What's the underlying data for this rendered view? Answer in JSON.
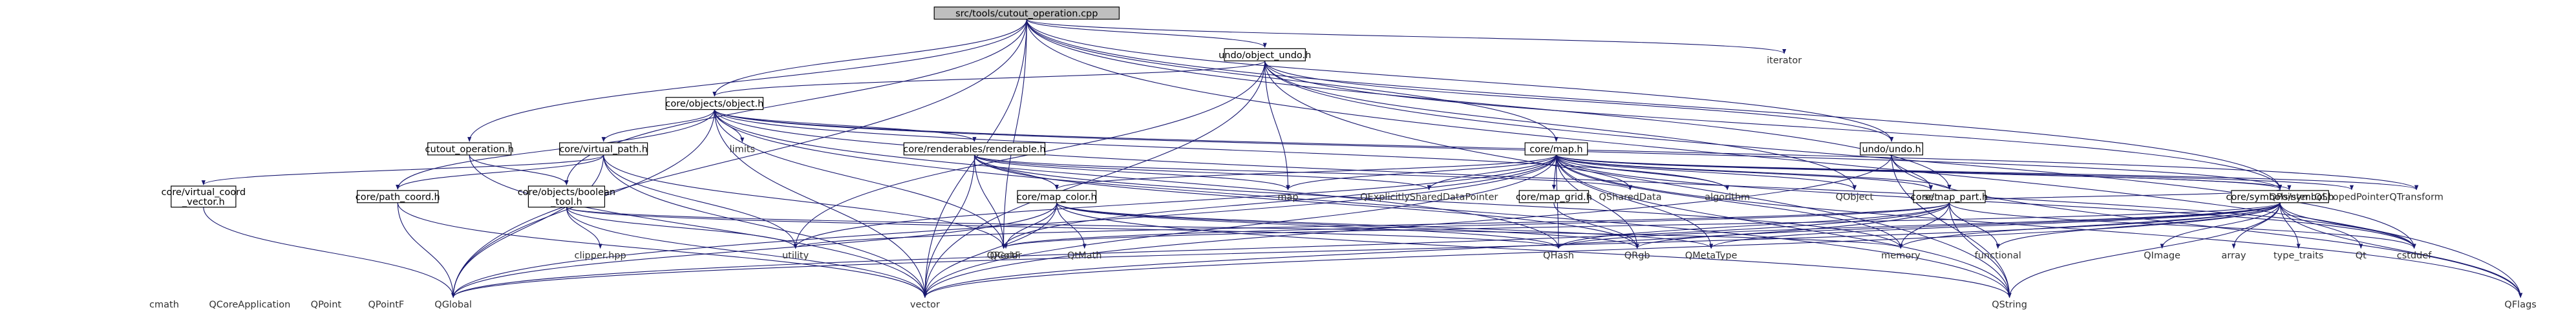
{
  "diagram": {
    "title": "src/tools/cutout_operation.cpp",
    "edge_color": "#191970",
    "root_fill": "#bfbfbf",
    "nodes": [
      {
        "id": "root",
        "label": "src/tools/cutout_operation.cpp",
        "kind": "root"
      },
      {
        "id": "iterator",
        "label": "iterator",
        "kind": "leaf"
      },
      {
        "id": "undo_object_undo",
        "label": "undo/object_undo.h",
        "kind": "internal"
      },
      {
        "id": "core_objects_object",
        "label": "core/objects/object.h",
        "kind": "internal"
      },
      {
        "id": "cutout_operation_h",
        "label": "cutout_operation.h",
        "kind": "internal"
      },
      {
        "id": "core_virtual_path",
        "label": "core/virtual_path.h",
        "kind": "internal"
      },
      {
        "id": "core_renderables",
        "label": "core/renderables/renderable.h",
        "kind": "internal"
      },
      {
        "id": "core_map_h",
        "label": "core/map.h",
        "kind": "internal"
      },
      {
        "id": "undo_undo",
        "label": "undo/undo.h",
        "kind": "internal"
      },
      {
        "id": "core_virtual_coord_vector",
        "label": "core/virtual_coord\n_vector.h",
        "kind": "internal"
      },
      {
        "id": "core_path_coord",
        "label": "core/path_coord.h",
        "kind": "internal"
      },
      {
        "id": "core_objects_boolean_tool",
        "label": "core/objects/boolean\n_tool.h",
        "kind": "internal"
      },
      {
        "id": "core_map_color",
        "label": "core/map_color.h",
        "kind": "internal"
      },
      {
        "id": "core_map_grid",
        "label": "core/map_grid.h",
        "kind": "internal"
      },
      {
        "id": "core_map_part",
        "label": "core/map_part.h",
        "kind": "internal"
      },
      {
        "id": "core_symbols_symbol",
        "label": "core/symbols/symbol.h",
        "kind": "internal"
      },
      {
        "id": "core_map_coord",
        "label": "core/map_coord.h",
        "kind": "internal"
      },
      {
        "id": "limits",
        "label": "limits",
        "kind": "leaf"
      },
      {
        "id": "map",
        "label": "map",
        "kind": "leaf"
      },
      {
        "id": "QExplicitSharedDataPointer",
        "label": "QExplicitlySharedDataPointer",
        "kind": "leaf"
      },
      {
        "id": "QSharedData",
        "label": "QSharedData",
        "kind": "leaf"
      },
      {
        "id": "algorithm",
        "label": "algorithm",
        "kind": "leaf"
      },
      {
        "id": "QObject",
        "label": "QObject",
        "kind": "leaf"
      },
      {
        "id": "QPointer",
        "label": "QPointer",
        "kind": "leaf"
      },
      {
        "id": "QScopedPointer",
        "label": "QScopedPointer",
        "kind": "leaf"
      },
      {
        "id": "QTransform",
        "label": "QTransform",
        "kind": "leaf"
      },
      {
        "id": "set",
        "label": "set",
        "kind": "leaf"
      },
      {
        "id": "clipper",
        "label": "clipper.hpp",
        "kind": "leaf"
      },
      {
        "id": "utility",
        "label": "utility",
        "kind": "leaf"
      },
      {
        "id": "QRectF",
        "label": "QRectF",
        "kind": "leaf"
      },
      {
        "id": "QColor",
        "label": "QColor",
        "kind": "leaf"
      },
      {
        "id": "QtMath",
        "label": "QtMath",
        "kind": "leaf"
      },
      {
        "id": "QHash",
        "label": "QHash",
        "kind": "leaf"
      },
      {
        "id": "QRgb",
        "label": "QRgb",
        "kind": "leaf"
      },
      {
        "id": "QMetaType",
        "label": "QMetaType",
        "kind": "leaf"
      },
      {
        "id": "memory",
        "label": "memory",
        "kind": "leaf"
      },
      {
        "id": "functional",
        "label": "functional",
        "kind": "leaf"
      },
      {
        "id": "QImage",
        "label": "QImage",
        "kind": "leaf"
      },
      {
        "id": "array",
        "label": "array",
        "kind": "leaf"
      },
      {
        "id": "type_traits",
        "label": "type_traits",
        "kind": "leaf"
      },
      {
        "id": "Qt",
        "label": "Qt",
        "kind": "leaf"
      },
      {
        "id": "cstddef",
        "label": "cstddef",
        "kind": "leaf"
      },
      {
        "id": "cmath",
        "label": "cmath",
        "kind": "leaf"
      },
      {
        "id": "QCoreApplication",
        "label": "QCoreApplication",
        "kind": "leaf"
      },
      {
        "id": "QPoint",
        "label": "QPoint",
        "kind": "leaf"
      },
      {
        "id": "QPointF",
        "label": "QPointF",
        "kind": "leaf"
      },
      {
        "id": "QGlobal",
        "label": "QGlobal",
        "kind": "leaf"
      },
      {
        "id": "vector",
        "label": "vector",
        "kind": "leaf"
      },
      {
        "id": "QString",
        "label": "QString",
        "kind": "leaf"
      },
      {
        "id": "QFlags",
        "label": "QFlags",
        "kind": "leaf"
      }
    ],
    "edges": [
      [
        "root",
        "iterator"
      ],
      [
        "root",
        "undo_object_undo"
      ],
      [
        "root",
        "core_objects_object"
      ],
      [
        "root",
        "cutout_operation_h"
      ],
      [
        "root",
        "core_objects_boolean_tool"
      ],
      [
        "root",
        "core_map_h"
      ],
      [
        "root",
        "undo_undo"
      ],
      [
        "root",
        "core_map_part"
      ],
      [
        "root",
        "core_symbols_symbol"
      ],
      [
        "root",
        "core_map_coord"
      ],
      [
        "root",
        "QGlobal"
      ],
      [
        "root",
        "vector"
      ],
      [
        "root",
        "QRectF"
      ],
      [
        "root",
        "QFlags"
      ],
      [
        "undo_object_undo",
        "core_objects_object"
      ],
      [
        "undo_object_undo",
        "undo_undo"
      ],
      [
        "undo_object_undo",
        "core_symbols_symbol"
      ],
      [
        "undo_object_undo",
        "map"
      ],
      [
        "undo_object_undo",
        "QObject"
      ],
      [
        "undo_object_undo",
        "vector"
      ],
      [
        "undo_object_undo",
        "utility"
      ],
      [
        "undo_object_undo",
        "cstddef"
      ],
      [
        "undo_object_undo",
        "QString"
      ],
      [
        "core_objects_object",
        "core_virtual_path"
      ],
      [
        "core_objects_object",
        "core_renderables"
      ],
      [
        "core_objects_object",
        "core_path_coord"
      ],
      [
        "core_objects_object",
        "core_map_coord"
      ],
      [
        "core_objects_object",
        "core_symbols_symbol"
      ],
      [
        "core_objects_object",
        "limits"
      ],
      [
        "core_objects_object",
        "algorithm"
      ],
      [
        "core_objects_object",
        "QRectF"
      ],
      [
        "core_objects_object",
        "vector"
      ],
      [
        "core_objects_object",
        "QHash"
      ],
      [
        "core_objects_object",
        "QGlobal"
      ],
      [
        "core_objects_object",
        "QString"
      ],
      [
        "core_objects_object",
        "cstddef"
      ],
      [
        "core_objects_object",
        "QTransform"
      ],
      [
        "cutout_operation_h",
        "core_objects_boolean_tool"
      ],
      [
        "cutout_operation_h",
        "vector"
      ],
      [
        "core_virtual_path",
        "core_virtual_coord_vector"
      ],
      [
        "core_virtual_path",
        "core_path_coord"
      ],
      [
        "core_virtual_path",
        "core_map_coord"
      ],
      [
        "core_virtual_path",
        "utility"
      ],
      [
        "core_virtual_path",
        "vector"
      ],
      [
        "core_virtual_path",
        "QRectF"
      ],
      [
        "core_virtual_path",
        "QGlobal"
      ],
      [
        "core_renderables",
        "core_map_color"
      ],
      [
        "core_renderables",
        "map"
      ],
      [
        "core_renderables",
        "QExplicitSharedDataPointer"
      ],
      [
        "core_renderables",
        "QSharedData"
      ],
      [
        "core_renderables",
        "QRectF"
      ],
      [
        "core_renderables",
        "vector"
      ],
      [
        "core_renderables",
        "core_map_coord"
      ],
      [
        "core_renderables",
        "memory"
      ],
      [
        "core_renderables",
        "QRgb"
      ],
      [
        "core_map_h",
        "core_map_color"
      ],
      [
        "core_map_h",
        "core_map_grid"
      ],
      [
        "core_map_h",
        "core_map_part"
      ],
      [
        "core_map_h",
        "core_symbols_symbol"
      ],
      [
        "core_map_h",
        "core_map_coord"
      ],
      [
        "core_map_h",
        "map"
      ],
      [
        "core_map_h",
        "QExplicitSharedDataPointer"
      ],
      [
        "core_map_h",
        "QSharedData"
      ],
      [
        "core_map_h",
        "algorithm"
      ],
      [
        "core_map_h",
        "QObject"
      ],
      [
        "core_map_h",
        "QPointer"
      ],
      [
        "core_map_h",
        "QScopedPointer"
      ],
      [
        "core_map_h",
        "QTransform"
      ],
      [
        "core_map_h",
        "set"
      ],
      [
        "core_map_h",
        "utility"
      ],
      [
        "core_map_h",
        "vector"
      ],
      [
        "core_map_h",
        "QRectF"
      ],
      [
        "core_map_h",
        "QHash"
      ],
      [
        "core_map_h",
        "QMetaType"
      ],
      [
        "core_map_h",
        "cstddef"
      ],
      [
        "core_map_h",
        "QFlags"
      ],
      [
        "core_map_h",
        "QGlobal"
      ],
      [
        "core_map_h",
        "QString"
      ],
      [
        "core_map_h",
        "memory"
      ],
      [
        "core_map_h",
        "QRgb"
      ],
      [
        "undo_undo",
        "set"
      ],
      [
        "undo_undo",
        "vector"
      ],
      [
        "undo_undo",
        "QFlags"
      ],
      [
        "undo_undo",
        "QString"
      ],
      [
        "core_virtual_coord_vector",
        "core_map_coord"
      ],
      [
        "core_virtual_coord_vector",
        "QGlobal"
      ],
      [
        "core_path_coord",
        "core_map_coord"
      ],
      [
        "core_path_coord",
        "vector"
      ],
      [
        "core_path_coord",
        "QGlobal"
      ],
      [
        "core_objects_boolean_tool",
        "clipper"
      ],
      [
        "core_objects_boolean_tool",
        "utility"
      ],
      [
        "core_objects_boolean_tool",
        "vector"
      ],
      [
        "core_objects_boolean_tool",
        "QHash"
      ],
      [
        "core_objects_boolean_tool",
        "memory"
      ],
      [
        "core_map_color",
        "QColor"
      ],
      [
        "core_map_color",
        "QtMath"
      ],
      [
        "core_map_color",
        "QHash"
      ],
      [
        "core_map_color",
        "QRgb"
      ],
      [
        "core_map_color",
        "QMetaType"
      ],
      [
        "core_map_color",
        "vector"
      ],
      [
        "core_map_color",
        "QGlobal"
      ],
      [
        "core_map_color",
        "QString"
      ],
      [
        "core_map_grid",
        "QRgb"
      ],
      [
        "core_map_part",
        "core_symbols_symbol"
      ],
      [
        "core_map_part",
        "core_map_coord"
      ],
      [
        "core_map_part",
        "QRectF"
      ],
      [
        "core_map_part",
        "vector"
      ],
      [
        "core_map_part",
        "utility"
      ],
      [
        "core_map_part",
        "functional"
      ],
      [
        "core_map_part",
        "QHash"
      ],
      [
        "core_map_part",
        "QString"
      ],
      [
        "core_map_part",
        "QGlobal"
      ],
      [
        "core_map_part",
        "memory"
      ],
      [
        "core_map_part",
        "cstddef"
      ],
      [
        "core_symbols_symbol",
        "QRectF"
      ],
      [
        "core_symbols_symbol",
        "QHash"
      ],
      [
        "core_symbols_symbol",
        "QRgb"
      ],
      [
        "core_symbols_symbol",
        "QMetaType"
      ],
      [
        "core_symbols_symbol",
        "memory"
      ],
      [
        "core_symbols_symbol",
        "functional"
      ],
      [
        "core_symbols_symbol",
        "QImage"
      ],
      [
        "core_symbols_symbol",
        "array"
      ],
      [
        "core_symbols_symbol",
        "type_traits"
      ],
      [
        "core_symbols_symbol",
        "Qt"
      ],
      [
        "core_symbols_symbol",
        "cstddef"
      ],
      [
        "core_symbols_symbol",
        "QFlags"
      ],
      [
        "core_symbols_symbol",
        "QGlobal"
      ],
      [
        "core_symbols_symbol",
        "vector"
      ],
      [
        "core_symbols_symbol",
        "QString"
      ],
      [
        "core_map_coord",
        "cmath"
      ],
      [
        "core_map_coord",
        "QCoreApplication"
      ],
      [
        "core_map_coord",
        "QPoint"
      ],
      [
        "core_map_coord",
        "QPointF"
      ],
      [
        "core_map_coord",
        "QGlobal"
      ],
      [
        "core_map_coord",
        "vector"
      ],
      [
        "core_map_coord",
        "QString"
      ],
      [
        "core_map_coord",
        "QFlags"
      ]
    ]
  }
}
